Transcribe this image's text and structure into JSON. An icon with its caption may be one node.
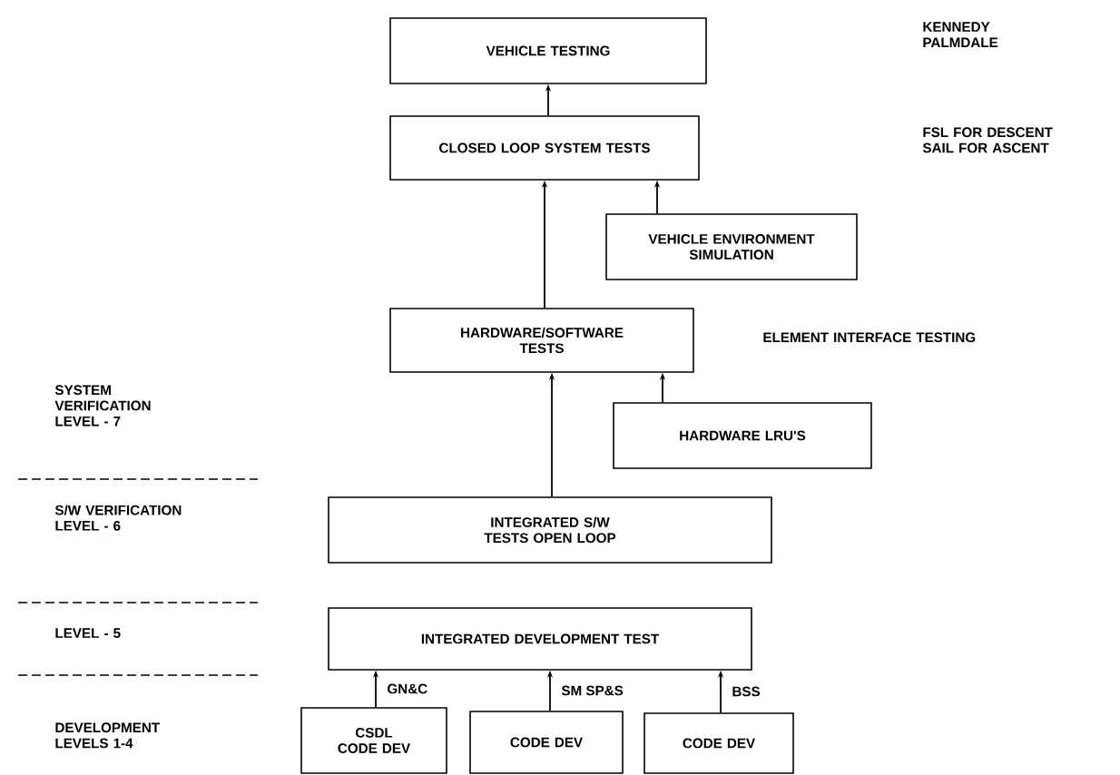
{
  "diagram": {
    "nodes": [
      {
        "text": [
          "VEHICLE TESTING"
        ]
      },
      {
        "text": [
          "CLOSED LOOP SYSTEM TESTS"
        ]
      },
      {
        "text": [
          "VEHICLE ENVIRONMENT SIMULATION"
        ]
      },
      {
        "text": [
          "HARDWARE/SOFTWARE TESTS"
        ]
      },
      {
        "text": [
          "HARDWARE LRU'S"
        ]
      },
      {
        "text": [
          "INTEGRATED S/W TESTS OPEN LOOP"
        ]
      },
      {
        "text": [
          "INTEGRATED DEVELOPMENT TEST"
        ]
      },
      {
        "text": [
          "CSDL CODE DEV"
        ]
      },
      {
        "text": [
          "CODE DEV"
        ]
      },
      {
        "text": [
          "CODE DEV"
        ]
      }
    ],
    "edges": [
      {
        "from": 1,
        "to": 0,
        "arrow": "to"
      },
      {
        "from": 2,
        "to": 1,
        "arrow": "to"
      },
      {
        "from": 3,
        "to": 1,
        "arrow": "to"
      },
      {
        "from": 4,
        "to": 3,
        "arrow": "to"
      },
      {
        "from": 5,
        "to": 3,
        "arrow": "to"
      },
      {
        "from": 7,
        "to": 6,
        "arrow": "to",
        "label": "GN&C"
      },
      {
        "from": 8,
        "to": 6,
        "arrow": "to",
        "label": "SM SP&S"
      },
      {
        "from": 9,
        "to": 6,
        "arrow": "to",
        "label": "BSS"
      }
    ],
    "labels": [
      "KENNEDY PALMDALE",
      "FSL FOR DESCENT SAIL FOR ASCENT",
      "ELEMENT INTERFACE TESTING",
      "SYSTEM VERIFICATION LEVEL - 7",
      "S/W VERIFICATION LEVEL - 6",
      "LEVEL - 5",
      "DEVELOPMENT LEVELS 1-4"
    ]
  }
}
